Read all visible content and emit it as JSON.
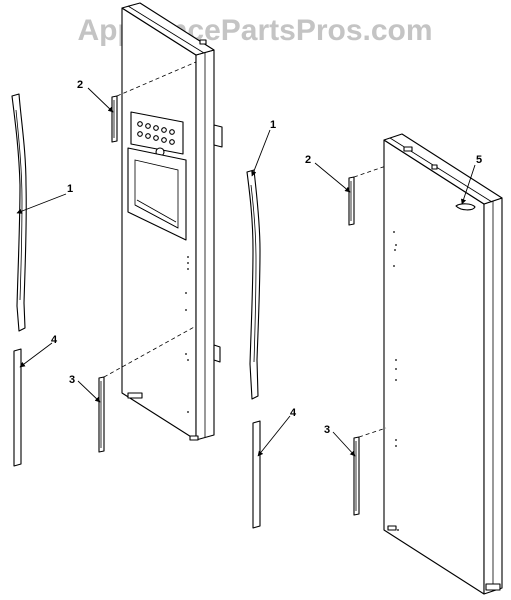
{
  "watermark": "AppliancePartsPros.com",
  "callouts": {
    "left_handle": "1",
    "left_top_trim": "2",
    "left_bottom_trim": "3",
    "left_strip": "4",
    "right_handle": "1",
    "right_top_trim": "2",
    "right_bottom_trim": "3",
    "right_strip": "4",
    "right_cap": "5"
  }
}
